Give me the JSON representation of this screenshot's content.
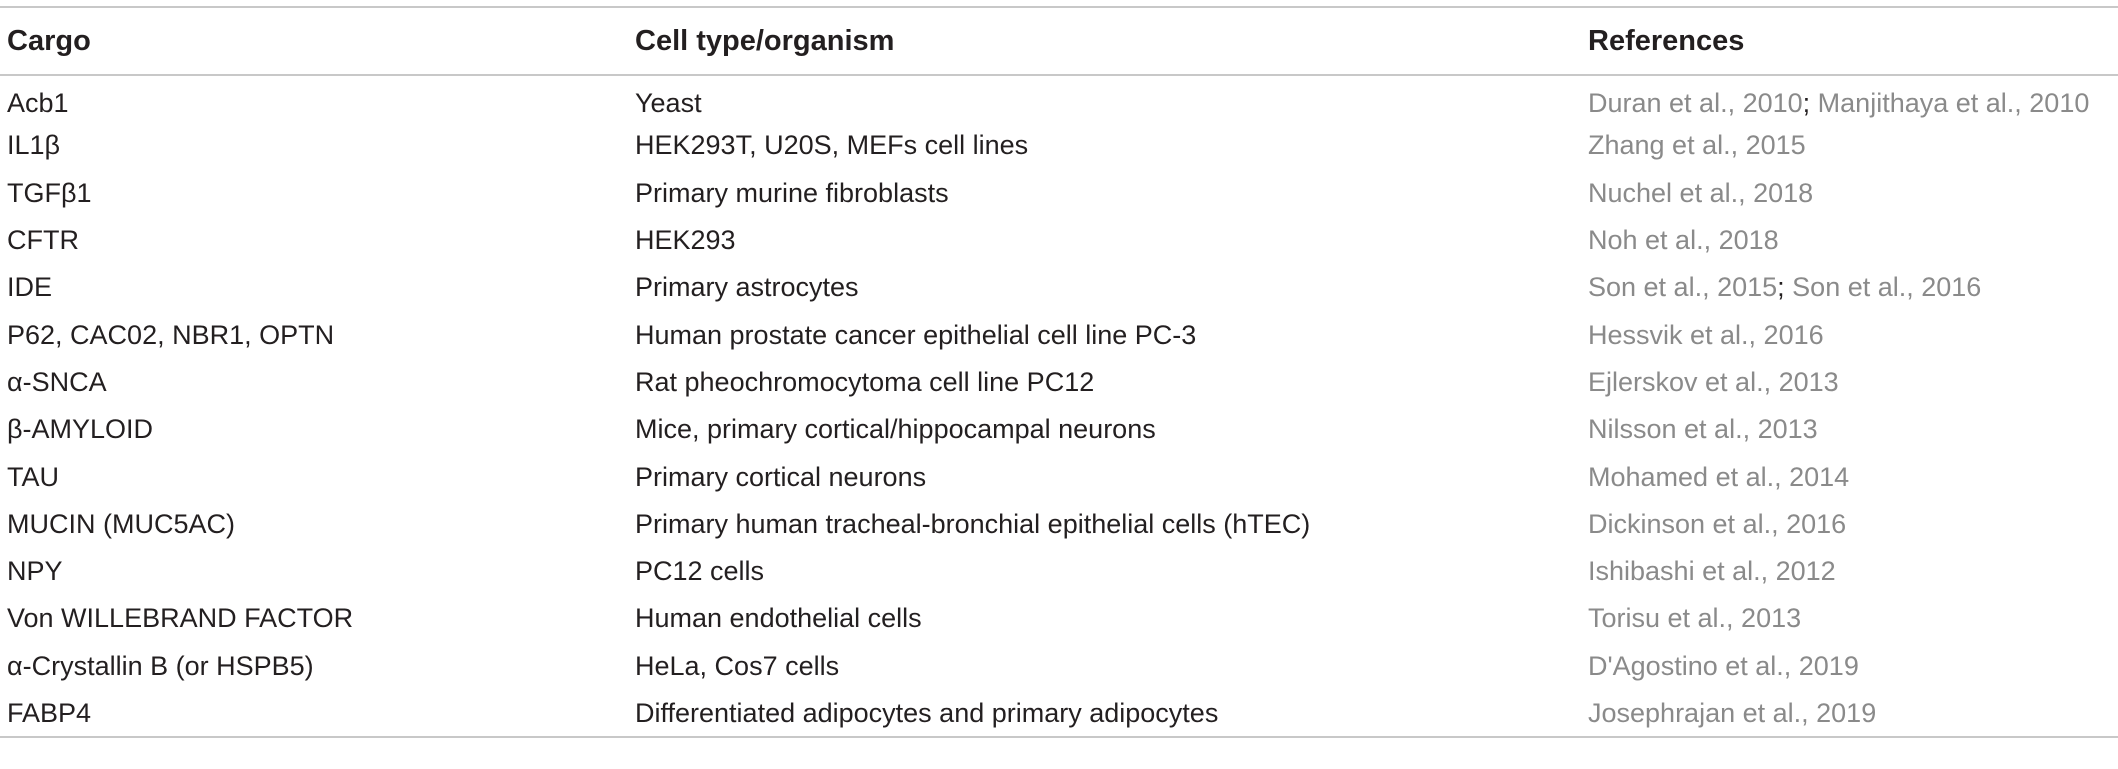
{
  "table": {
    "headers": [
      "Cargo",
      "Cell type/organism",
      "References"
    ],
    "rows": [
      {
        "cargo": "Acb1",
        "cell": "Yeast",
        "refs": [
          "Duran et al., 2010",
          "Manjithaya et al., 2010"
        ]
      },
      {
        "cargo": "IL1β",
        "cell": "HEK293T, U20S, MEFs cell lines",
        "refs": [
          "Zhang et al., 2015"
        ]
      },
      {
        "cargo": "TGFβ1",
        "cell": "Primary murine fibroblasts",
        "refs": [
          "Nuchel et al., 2018"
        ]
      },
      {
        "cargo": "CFTR",
        "cell": "HEK293",
        "refs": [
          "Noh et al., 2018"
        ]
      },
      {
        "cargo": "IDE",
        "cell": "Primary astrocytes",
        "refs": [
          "Son et al., 2015",
          "Son et al., 2016"
        ]
      },
      {
        "cargo": "P62, CAC02, NBR1, OPTN",
        "cell": "Human prostate cancer epithelial cell line PC-3",
        "refs": [
          "Hessvik et al., 2016"
        ]
      },
      {
        "cargo": "α-SNCA",
        "cell": "Rat pheochromocytoma cell line PC12",
        "refs": [
          "Ejlerskov et al., 2013"
        ]
      },
      {
        "cargo": "β-AMYLOID",
        "cell": "Mice, primary cortical/hippocampal neurons",
        "refs": [
          "Nilsson et al., 2013"
        ]
      },
      {
        "cargo": "TAU",
        "cell": "Primary cortical neurons",
        "refs": [
          "Mohamed et al., 2014"
        ]
      },
      {
        "cargo": "MUCIN (MUC5AC)",
        "cell": "Primary human tracheal-bronchial epithelial cells (hTEC)",
        "refs": [
          "Dickinson et al., 2016"
        ]
      },
      {
        "cargo": "NPY",
        "cell": "PC12 cells",
        "refs": [
          "Ishibashi et al., 2012"
        ]
      },
      {
        "cargo": "Von WILLEBRAND FACTOR",
        "cell": "Human endothelial cells",
        "refs": [
          "Torisu et al., 2013"
        ]
      },
      {
        "cargo": "α-Crystallin B (or HSPB5)",
        "cell": "HeLa, Cos7 cells",
        "refs": [
          "D'Agostino et al., 2019"
        ]
      },
      {
        "cargo": "FABP4",
        "cell": "Differentiated adipocytes and primary adipocytes",
        "refs": [
          "Josephrajan et al., 2019"
        ]
      }
    ],
    "ref_separator": "; ",
    "colors": {
      "text": "#231f20",
      "reference_link": "#8a8a8a",
      "rule": "#c8c8c8"
    }
  }
}
